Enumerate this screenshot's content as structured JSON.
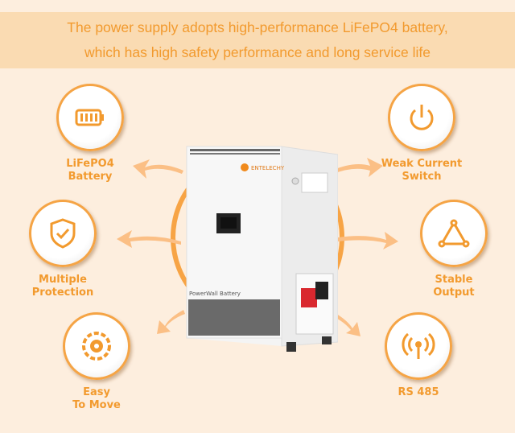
{
  "headline": {
    "line1": "The power supply adopts high-performance LiFePO4 battery,",
    "line2": "which has high safety performance and long service life"
  },
  "features": [
    {
      "label1": "LiFePO4",
      "label2": "Battery",
      "icon": "battery-icon"
    },
    {
      "label1": "Multiple",
      "label2": "Protection",
      "icon": "shield-check-icon"
    },
    {
      "label1": "Easy",
      "label2": "To Move",
      "icon": "wheel-icon"
    },
    {
      "label1": "Weak Current",
      "label2": "Switch",
      "icon": "power-icon"
    },
    {
      "label1": "Stable",
      "label2": "Output",
      "icon": "triangle-icon"
    },
    {
      "label1": "RS 485",
      "label2": "",
      "icon": "signal-icon"
    }
  ],
  "product": {
    "brand": "ENTELECHY",
    "model_label": "PowerWall Battery"
  },
  "colors": {
    "accent": "#f29a2e",
    "band": "#fadbb2",
    "background": "#fdeede"
  }
}
